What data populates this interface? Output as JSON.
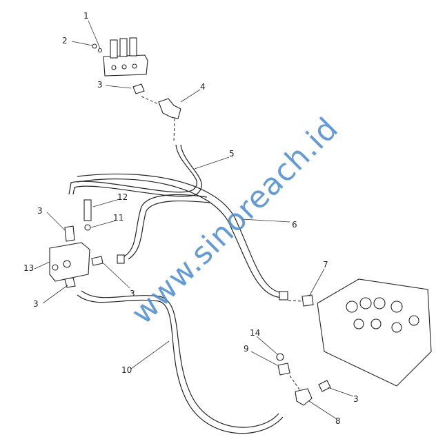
{
  "watermark": "www.sinoreach.id",
  "callouts": [
    {
      "id": "c1",
      "text": "1"
    },
    {
      "id": "c2",
      "text": "2"
    },
    {
      "id": "c3a",
      "text": "3"
    },
    {
      "id": "c4",
      "text": "4"
    },
    {
      "id": "c5",
      "text": "5"
    },
    {
      "id": "c12",
      "text": "12"
    },
    {
      "id": "c6",
      "text": "6"
    },
    {
      "id": "c11",
      "text": "11"
    },
    {
      "id": "c3b",
      "text": "3"
    },
    {
      "id": "c13",
      "text": "13"
    },
    {
      "id": "c3c",
      "text": "3"
    },
    {
      "id": "c3d",
      "text": "3"
    },
    {
      "id": "c7",
      "text": "7"
    },
    {
      "id": "c14",
      "text": "14"
    },
    {
      "id": "c9",
      "text": "9"
    },
    {
      "id": "c10",
      "text": "10"
    },
    {
      "id": "c3e",
      "text": "3"
    },
    {
      "id": "c8",
      "text": "8"
    }
  ]
}
